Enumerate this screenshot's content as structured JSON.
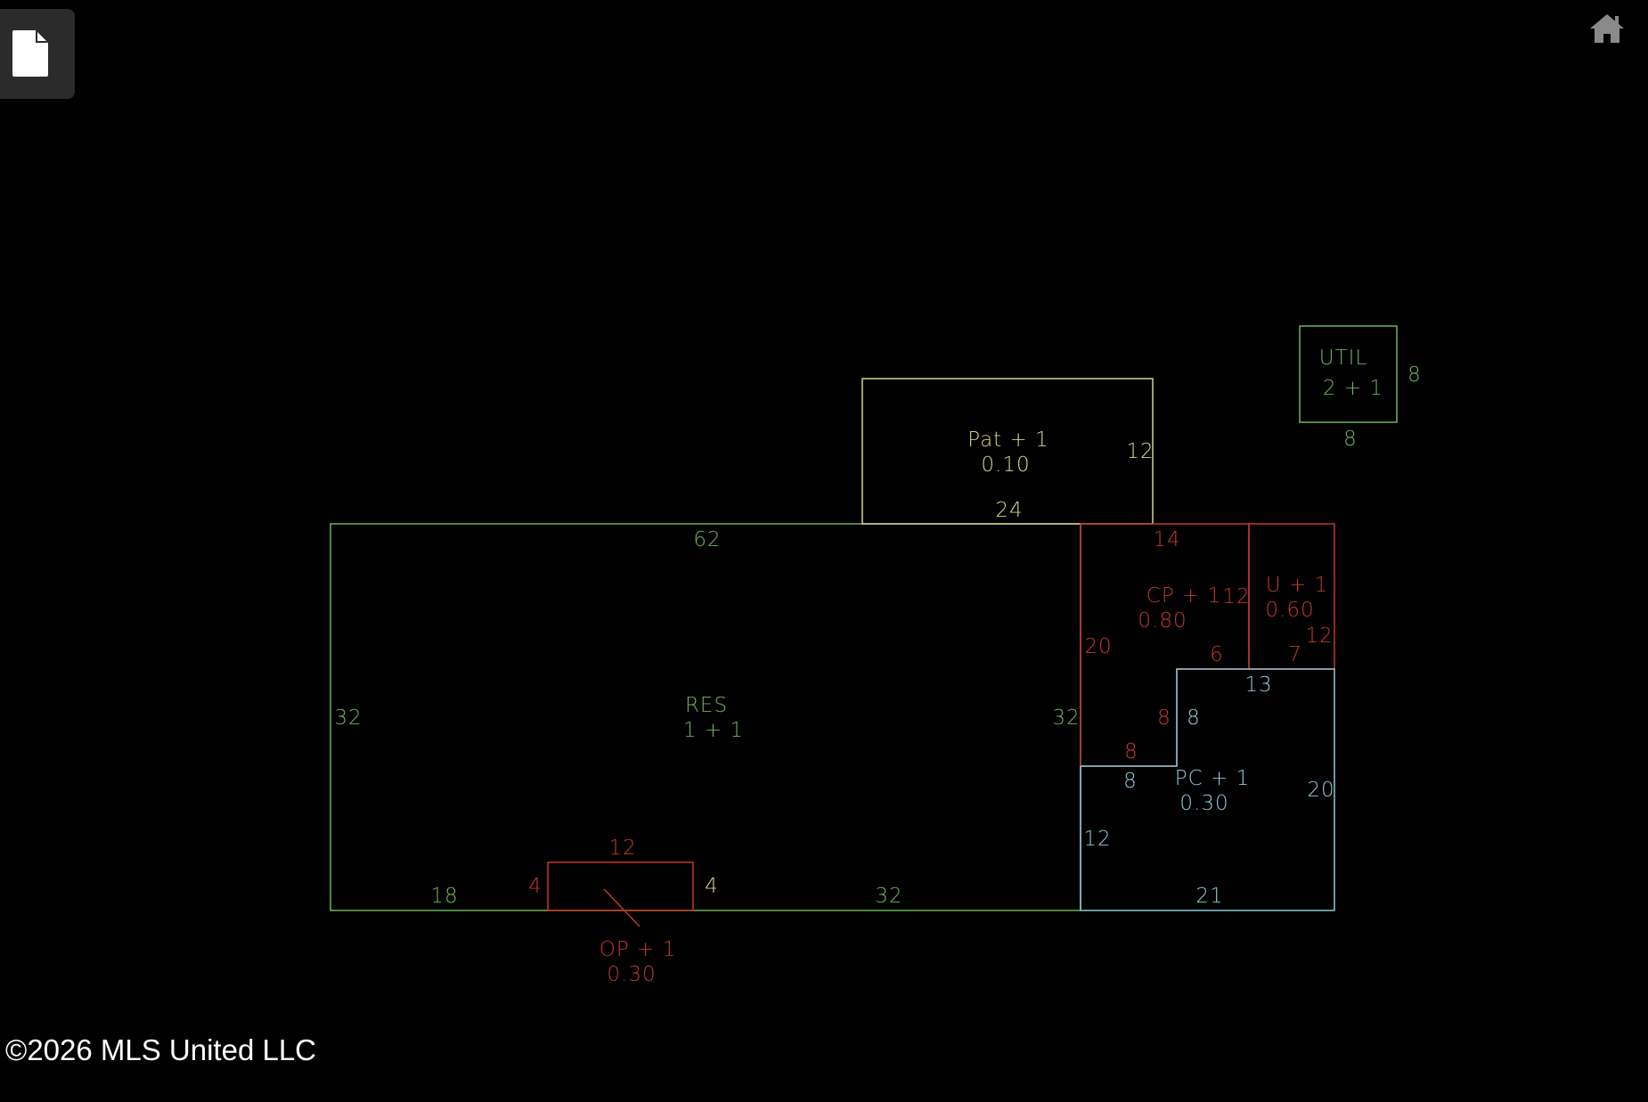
{
  "toolbar": {
    "document_icon": "document-icon",
    "home_icon": "home-icon"
  },
  "colors": {
    "res": "#6fb25a",
    "pat": "#d6d38a",
    "util": "#6fb25a",
    "cp": "#c0392b",
    "u": "#c0392b",
    "pc": "#8fc7d6",
    "op": "#c0392b"
  },
  "sketch": {
    "res": {
      "name": "RES",
      "code": "1  +  1",
      "dims": {
        "top": "62",
        "left": "32",
        "right": "32",
        "bottom_left": "18",
        "bottom_right": "32"
      }
    },
    "pat": {
      "name": "Pat  +  1",
      "factor": "0.10",
      "dims": {
        "right": "12",
        "bottom": "24"
      }
    },
    "util": {
      "name": "UTIL",
      "code": "2  +  1",
      "dims": {
        "right": "8",
        "bottom": "8"
      }
    },
    "cp": {
      "name": "CP  +  1",
      "factor": "0.80",
      "dims": {
        "top": "14",
        "right": "12",
        "left": "20",
        "bottom": "6",
        "inner_right": "8",
        "inner_bottom": "8"
      }
    },
    "u": {
      "name": "U  +  1",
      "factor": "0.60",
      "dims": {
        "right": "12",
        "bottom": "7"
      }
    },
    "pc": {
      "name": "PC  +  1",
      "factor": "0.30",
      "dims": {
        "top": "13",
        "inner_left": "8",
        "inner_top": "8",
        "right": "20",
        "left": "12",
        "bottom": "21"
      }
    },
    "op": {
      "name": "OP  +  1",
      "factor": "0.30",
      "dims": {
        "top": "12",
        "left": "4",
        "right": "4"
      }
    }
  },
  "footer": {
    "copyright": "©2026 MLS United LLC"
  }
}
